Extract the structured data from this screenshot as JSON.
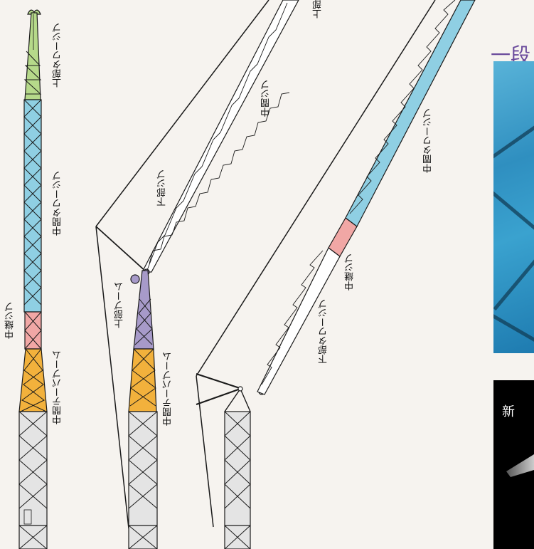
{
  "labels": {
    "left_upper_tower_jib": "上部タワージブ",
    "left_middle_tower_jib": "中間タワージブ",
    "left_relay_jib": "中継ジブ",
    "left_middle_taper_boom": "中間テーパブーム",
    "mid_lower_jib": "下部ジブ",
    "mid_middle_jib": "中間ジブ",
    "mid_upper_cut": "上部",
    "mid_upper_boom": "上部ブーム",
    "mid_middle_taper_boom": "中間テーパブーム",
    "right_middle_tower_jib": "中間タワージブ",
    "right_relay_jib": "中継ジブ",
    "right_lower_tower_jib": "下部タワージブ"
  },
  "right_panel": {
    "title": "一段",
    "dark_text": "新"
  },
  "colors": {
    "background": "#f6f3ef",
    "green_jib": "#b6d98a",
    "blue_jib": "#8fcfe3",
    "pink_relay": "#f1a7a5",
    "orange_taper": "#f2b13c",
    "gray_base": "#e4e4e4",
    "lilac_boom": "#a79ac9",
    "white_jib": "#ffffff",
    "outline": "#1a1a1a"
  }
}
